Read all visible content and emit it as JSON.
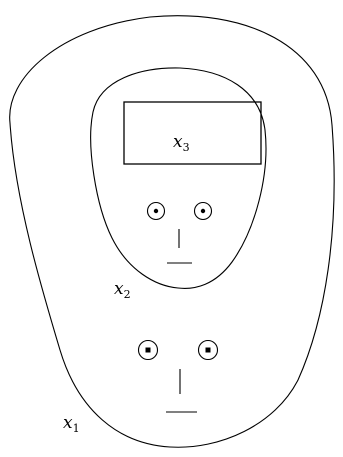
{
  "labels": {
    "outer": {
      "var": "x",
      "sub": "1"
    },
    "inner": {
      "var": "x",
      "sub": "2"
    },
    "box": {
      "var": "x",
      "sub": "3"
    }
  },
  "colors": {
    "stroke": "#000000",
    "background": "#ffffff"
  }
}
